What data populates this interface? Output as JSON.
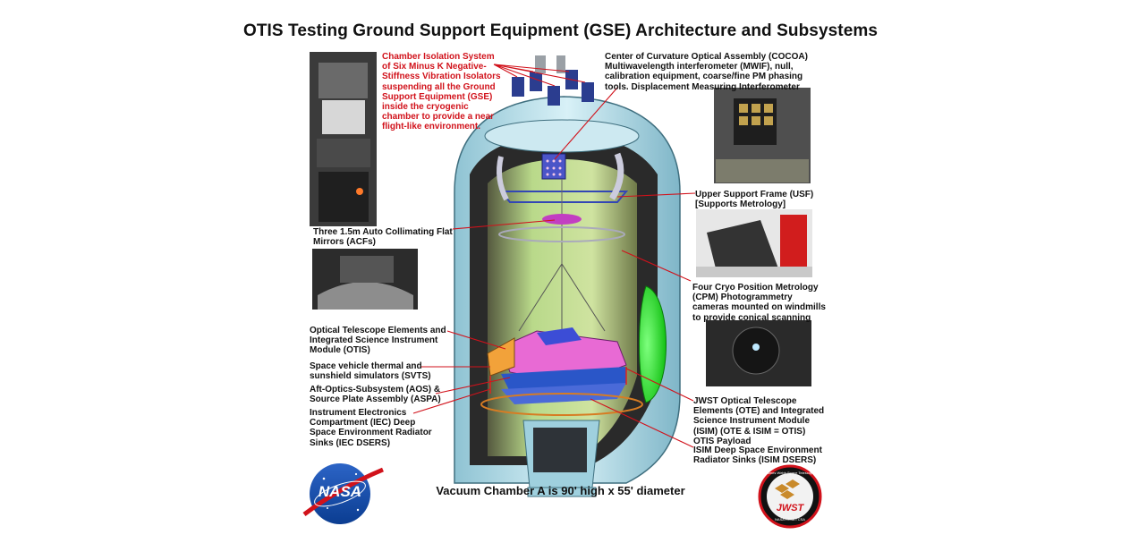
{
  "title": "OTIS Testing Ground Support Equipment (GSE) Architecture and Subsystems",
  "labels": {
    "isolation": "Chamber Isolation System\nof Six Minus K Negative-\nStiffness Vibration Isolators\nsuspending all the Ground\nSupport Equipment (GSE)\ninside the cryogenic\nchamber to provide a near\nflight-like environment.",
    "cocoa": "Center of Curvature Optical Assembly (COCOA)\nMultiwavelength interferometer (MWIF), null,\ncalibration equipment, coarse/fine PM phasing\ntools. Displacement Measuring Interferometer",
    "usf": "Upper Support Frame (USF)\n[Supports Metrology]",
    "acf": "Three 1.5m Auto Collimating Flat\nMirrors (ACFs)",
    "cpm": "Four Cryo Position Metrology\n(CPM) Photogrammetry\ncameras mounted on windmills\nto provide conical scanning",
    "otis": "Optical Telescope Elements and\nIntegrated Science Instrument\nModule (OTIS)",
    "svts": "Space vehicle thermal and\nsunshield simulators (SVTS)",
    "aos": "Aft-Optics-Subsystem (AOS) &\nSource Plate Assembly (ASPA)",
    "iec": "Instrument Electronics\nCompartment (IEC) Deep\nSpace Environment Radiator\nSinks (IEC DSERS)",
    "payload": "JWST Optical Telescope\nElements (OTE) and Integrated\nScience Instrument Module\n(ISIM) (OTE & ISIM = OTIS)\nOTIS Payload",
    "isim_dsers": "ISIM Deep Space Environment\nRadiator Sinks (ISIM DSERS)"
  },
  "bottom_caption": "Vacuum Chamber A is 90' high x 55' diameter",
  "logos": {
    "nasa": "NASA",
    "jwst": "JWST",
    "jwst_ring": "James Webb Space Telescope",
    "jwst_bottom": "NASA • ESA • CSA"
  },
  "colors": {
    "callout_red": "#d1121b",
    "chamber_cyan": "#bfe6ef",
    "interior_green": "#b9d98a",
    "window_green": "#22dd22",
    "nasa_blue": "#0b3d91"
  }
}
